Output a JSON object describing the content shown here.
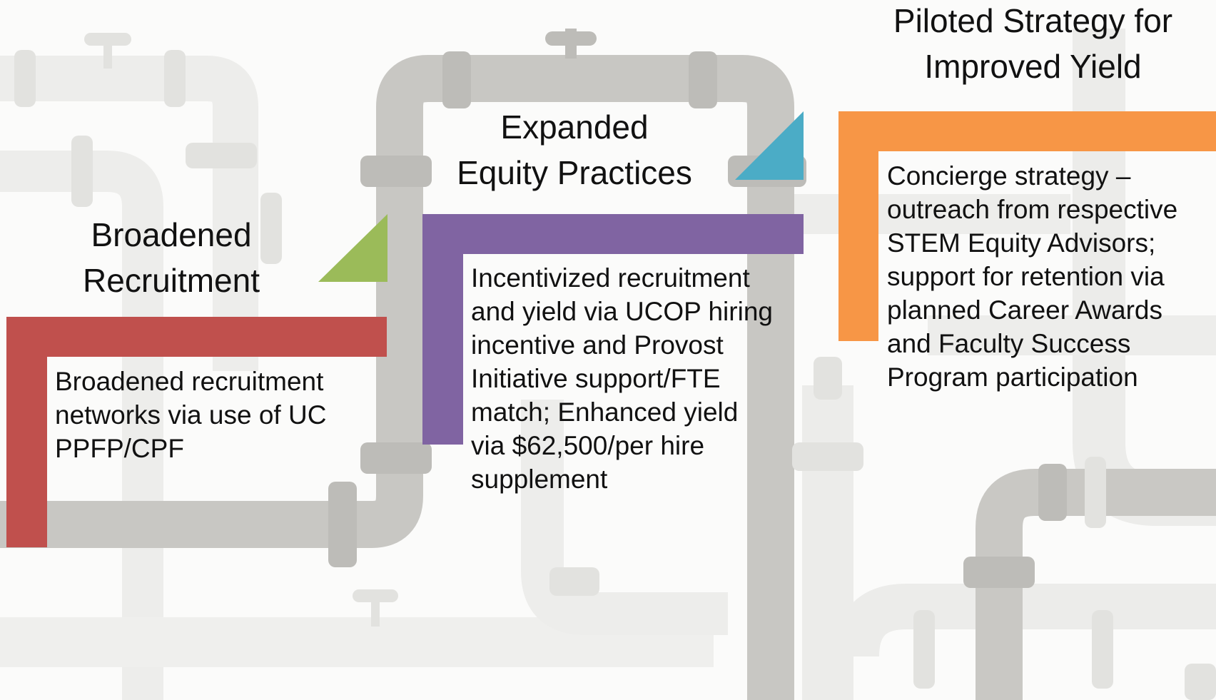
{
  "slide": {
    "steps": [
      {
        "title_lines": [
          "Broadened",
          "Recruitment"
        ],
        "body_lines": [
          "Broadened recruitment",
          "networks via use of UC",
          "PPFP/CPF"
        ],
        "color": "#c0504d",
        "accent_color": "#9bbb59"
      },
      {
        "title_lines": [
          "Expanded",
          "Equity Practices"
        ],
        "body_lines": [
          "Incentivized recruitment",
          "and yield via UCOP hiring",
          "incentive and Provost",
          "Initiative support/FTE",
          "match; Enhanced yield",
          "via $62,500/per hire",
          "supplement"
        ],
        "color": "#8064a2",
        "accent_color": "#4bacc6"
      },
      {
        "title_lines": [
          "Piloted Strategy for",
          "Improved Yield"
        ],
        "body_lines": [
          "Concierge strategy –",
          "outreach from respective",
          "STEM Equity Advisors;",
          "support for retention via",
          "planned Career Awards",
          "and Faculty Success",
          "Program participation"
        ],
        "color": "#f79646"
      }
    ],
    "background": {
      "pipe_dark": "#c7c6c2",
      "pipe_light": "#eeeeec"
    }
  }
}
